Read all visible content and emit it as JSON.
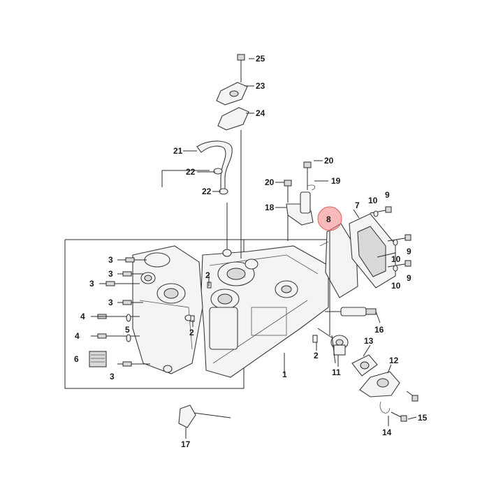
{
  "highlight_color": "#f08080",
  "callouts": {
    "c1": "1",
    "c2a": "2",
    "c2b": "2",
    "c2c": "2",
    "c3a": "3",
    "c3b": "3",
    "c3c": "3",
    "c3d": "3",
    "c3e": "3",
    "c4a": "4",
    "c4b": "4",
    "c5": "5",
    "c6": "6",
    "c7": "7",
    "c8": "8",
    "c9a": "9",
    "c9b": "9",
    "c9c": "9",
    "c10a": "10",
    "c10b": "10",
    "c10c": "10",
    "c11": "11",
    "c12": "12",
    "c13": "13",
    "c14": "14",
    "c15": "15",
    "c16": "16",
    "c17": "17",
    "c18": "18",
    "c19": "19",
    "c20a": "20",
    "c20b": "20",
    "c21": "21",
    "c22a": "22",
    "c22b": "22",
    "c23": "23",
    "c24": "24",
    "c25": "25"
  }
}
